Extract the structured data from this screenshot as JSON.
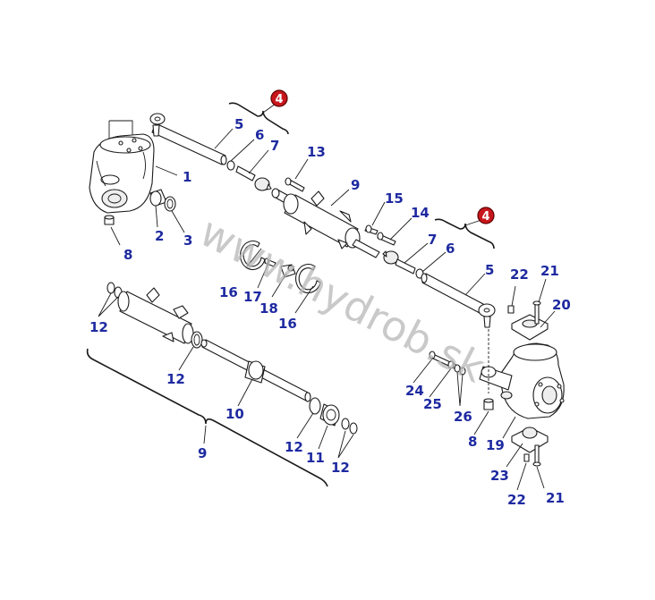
{
  "watermark": "www.hydrob.sk",
  "callouts": {
    "c1": "1",
    "c2": "2",
    "c3": "3",
    "c4a": "4",
    "c4b": "4",
    "c5a": "5",
    "c5b": "5",
    "c6a": "6",
    "c6b": "6",
    "c7a": "7",
    "c7b": "7",
    "c8a": "8",
    "c8b": "8",
    "c9a": "9",
    "c9b": "9",
    "c10": "10",
    "c11": "11",
    "c12a": "12",
    "c12b": "12",
    "c12c": "12",
    "c12d": "12",
    "c13": "13",
    "c14": "14",
    "c15": "15",
    "c16a": "16",
    "c16b": "16",
    "c17": "17",
    "c18": "18",
    "c19": "19",
    "c20": "20",
    "c21a": "21",
    "c21b": "21",
    "c22a": "22",
    "c22b": "22",
    "c23": "23",
    "c24": "24",
    "c25": "25",
    "c26": "26"
  },
  "colors": {
    "callout": "#1e2aa0",
    "badge": "#c8161d",
    "watermark": "#b8b8b8"
  }
}
